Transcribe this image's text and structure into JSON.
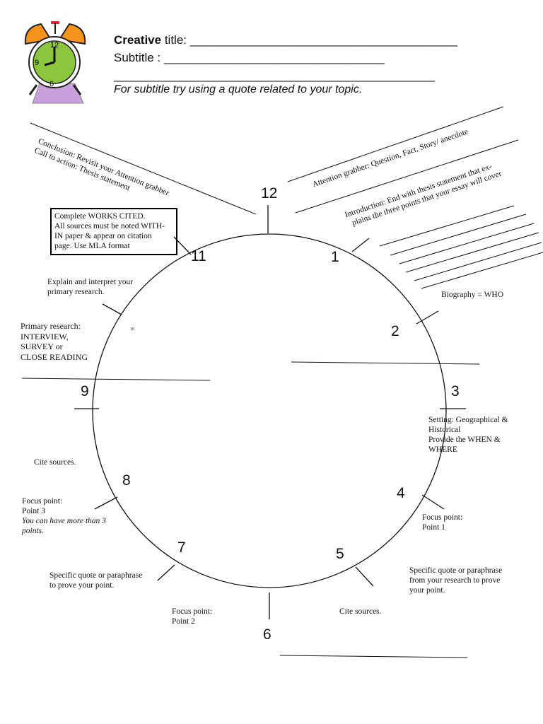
{
  "header": {
    "title_bold": "Creative",
    "title_rest": " title: ________________________________________",
    "subtitle": "Subtitle : _________________________________",
    "underline": "________________________________________________",
    "tip": "For subtitle try using a quote related to your topic."
  },
  "clock_icon": {
    "numbers": [
      "12",
      "9",
      "6"
    ]
  },
  "dial": {
    "numbers": [
      "12",
      "1",
      "2",
      "3",
      "4",
      "5",
      "6",
      "7",
      "8",
      "9",
      "11"
    ],
    "tiny_label": "10"
  },
  "notes": {
    "conclusion_line1": "Conclusion: Revisit your Attention grabber",
    "conclusion_line2": "Call to action: Thesis statement",
    "attention": "Attention grabber: Question, Fact, Story/ anecdote",
    "intro_line1": "Introduction: End with thesis statement that ex-",
    "intro_line2": "plains the three points that your essay will cover",
    "works_cited": [
      "Complete WORKS CITED.",
      "All sources must be noted WITH-",
      "IN paper & appear on citation",
      "page. Use MLA format"
    ],
    "biography": "Biography = WHO",
    "explain": [
      "Explain and interpret your",
      "primary research."
    ],
    "primary": [
      "Primary research:",
      "INTERVIEW,",
      "SURVEY or",
      "CLOSE READING"
    ],
    "setting": [
      "Setting: Geographical &",
      "Historical",
      "Provide the WHEN &",
      "WHERE"
    ],
    "cite_left": "Cite sources.",
    "focus3": [
      "Focus point:",
      "Point 3"
    ],
    "focus3_tip": [
      "You can have more than 3",
      "points."
    ],
    "focus1": [
      "Focus point:",
      "Point 1"
    ],
    "quote_left": [
      "Specific quote or paraphrase",
      "to prove your point."
    ],
    "quote_right": [
      "Specific quote or paraphrase",
      "from your research to prove",
      "your point."
    ],
    "focus2": [
      "Focus point:",
      "Point 2"
    ],
    "cite_bottom": "Cite sources."
  },
  "colors": {
    "clock_face": "#8cc63f",
    "bells": "#f7941d",
    "base": "#c9a0dc",
    "ink": "#111111"
  }
}
